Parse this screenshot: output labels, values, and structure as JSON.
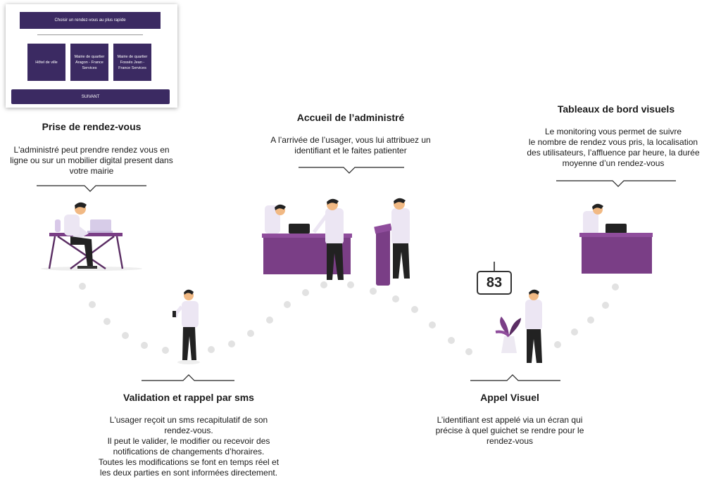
{
  "booking_card": {
    "header": "Choisir un rendez-vous au plus rapide",
    "tiles": [
      "Hôtel de ville",
      "Mairie de quartier Aragon - France Services",
      "Mairie de quartier Fossés Jean - France Services"
    ],
    "submit": "SUIVANT"
  },
  "steps": {
    "prise": {
      "title": "Prise de rendez-vous",
      "lines": [
        "L'administré peut prendre rendez vous en",
        "ligne ou sur un mobilier digital present dans",
        "votre mairie"
      ]
    },
    "accueil": {
      "title": "Accueil de l’administré",
      "lines": [
        "A l’arrivée de l’usager, vous lui attribuez un",
        "identifiant et le faites patienter"
      ]
    },
    "tableaux": {
      "title": "Tableaux de bord visuels",
      "lines": [
        "Le monitoring vous permet de suivre",
        "le nombre de rendez vous pris, la localisation",
        "des utilisateurs, l’affluence par heure, la durée",
        "moyenne d’un rendez-vous"
      ]
    },
    "validation": {
      "title": "Validation et rappel par sms",
      "lines": [
        "L'usager reçoit un sms recapitulatif de son",
        "rendez-vous.",
        "Il peut le valider, le modifier ou recevoir des",
        "notifications de changements d’horaires.",
        "Toutes les modifications se font en temps réel et",
        "les deux parties en sont informées directement."
      ]
    },
    "appel": {
      "title": "Appel Visuel",
      "lines": [
        "L’identifiant est appelé via un écran qui",
        "précise à quel guichet se rendre pour le",
        "rendez-vous"
      ]
    }
  },
  "ticket_display": "83",
  "colors": {
    "brand": "#3b2a62",
    "desk": "#7a3e86",
    "desk_top": "#8f4d9c",
    "dot": "#e2e2e2"
  }
}
